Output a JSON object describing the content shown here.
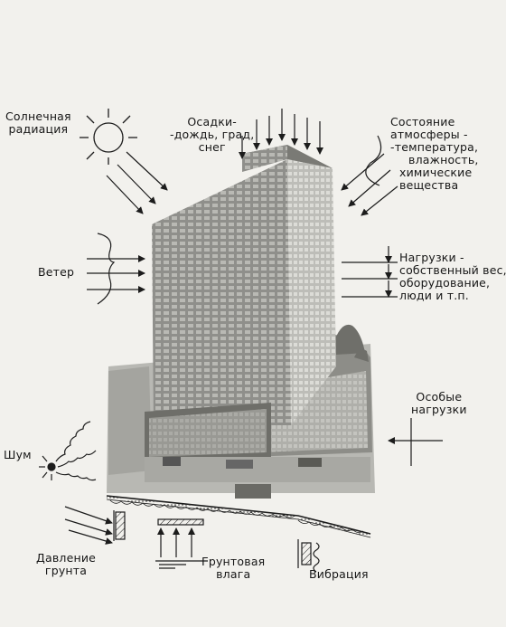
{
  "labels": {
    "solar": [
      "Солнечная",
      "радиация"
    ],
    "precipitation": [
      "Осадки-",
      "-дождь, град,",
      "снег"
    ],
    "atmosphere": [
      "Состояние",
      "атмосферы -",
      "-температура,",
      "влажность,",
      "химические",
      "вещества"
    ],
    "wind": "Ветер",
    "loads": [
      "Нагрузки -",
      "собственный вес,",
      "оборудование,",
      "люди и т.п."
    ],
    "special_loads": [
      "Особые",
      "нагрузки"
    ],
    "noise": "Шум",
    "soil_pressure": [
      "Давление",
      "грунта"
    ],
    "groundwater": [
      "Грунтовая",
      "влага"
    ],
    "vibration": "Вибрация"
  },
  "colors": {
    "ink": "#1c1c1c",
    "paper": "#f2f1ed",
    "building_face": "#9a9a96",
    "building_side": "#c9c9c4"
  }
}
